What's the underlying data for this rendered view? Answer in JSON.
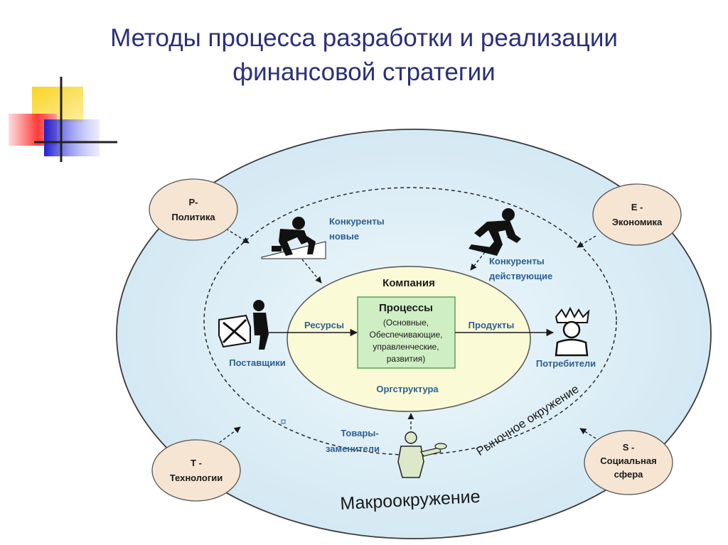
{
  "title": {
    "line1": "Методы процесса разработки и реализации",
    "line2": "финансовой стратегии"
  },
  "pest": {
    "politics": [
      "Р-",
      "Политика"
    ],
    "economy": [
      "Е -",
      "Экономика"
    ],
    "technology": [
      "Т -",
      "Технологии"
    ],
    "social": [
      "S -",
      "Социальная",
      "сфера"
    ]
  },
  "market": {
    "new_competitors": [
      "Конкуренты",
      "новые"
    ],
    "current_competitors": [
      "Конкуренты",
      "действующие"
    ],
    "suppliers": "Поставщики",
    "consumers": "Потребители",
    "substitutes": [
      "Товары-",
      "заменители"
    ],
    "label": "Рыночное окружение"
  },
  "company": {
    "label": "Компания",
    "processes_title": "Процессы",
    "processes_lines": [
      "(Основные,",
      "Обеспечивающие,",
      "управленческие,",
      "развития)"
    ],
    "resources": "Ресурсы",
    "products": "Продукты",
    "org_structure": "Оргструктура"
  },
  "macro_label": "Макроокружение",
  "colors": {
    "title": "#2b2f78",
    "outer_fill": "#d9ecf5",
    "inner_fill": "#fafad7",
    "pest_fill": "#f7e5d4",
    "process_fill": "#cfeec4",
    "process_border": "#5aa155",
    "blue_text": "#2e5f8f",
    "deco_yellow": "#f9d423",
    "deco_red": "#ff4d4d",
    "deco_blue": "#2a2ad8"
  }
}
